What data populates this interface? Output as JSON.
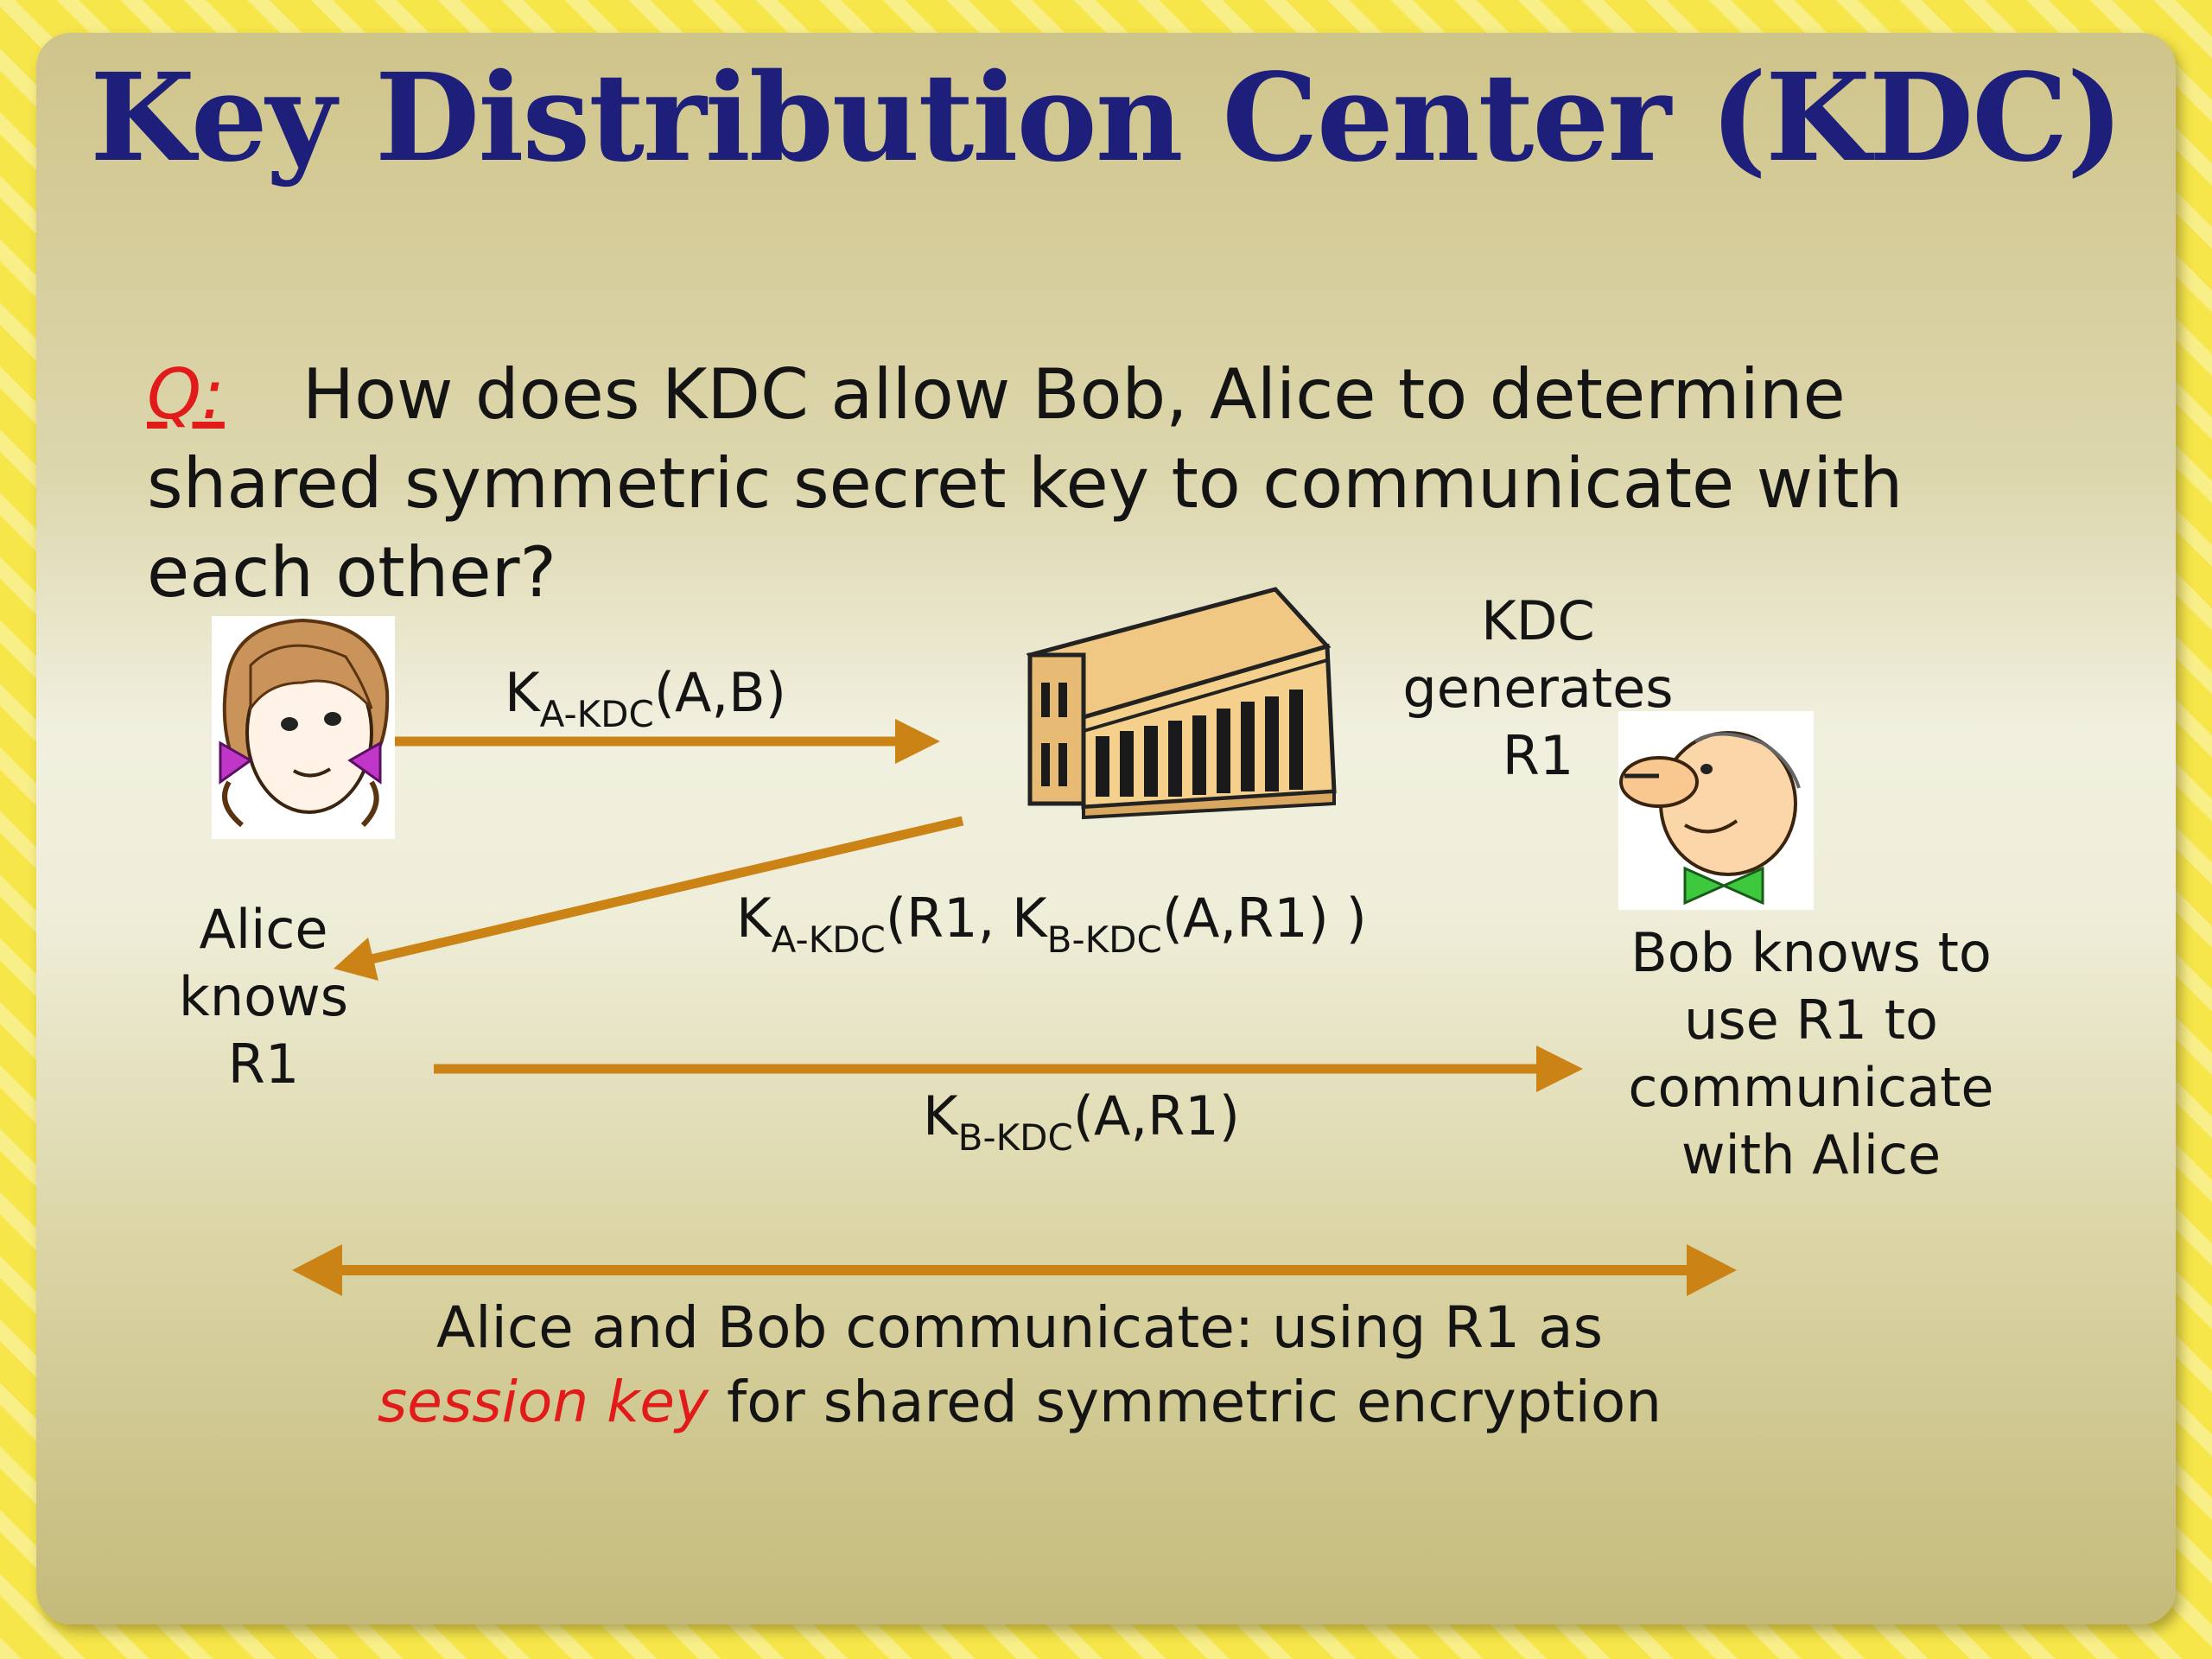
{
  "title": "Key Distribution Center (KDC)",
  "question": {
    "label": "Q:",
    "line1": "How does KDC allow Bob, Alice to determine",
    "line2": "shared symmetric secret key to communicate with",
    "line3": "each other?"
  },
  "msg1": {
    "k": "K",
    "sub": "A-KDC",
    "rest": "(A,B)"
  },
  "msg2": {
    "k1": "K",
    "sub1": "A-KDC",
    "mid": "(R1, K",
    "sub2": "B-KDC",
    "rest": "(A,R1) )"
  },
  "msg3": {
    "k": "K",
    "sub": "B-KDC",
    "rest": "(A,R1)"
  },
  "kdc_note": [
    "KDC",
    "generates",
    "R1"
  ],
  "alice_note": [
    "Alice",
    "knows",
    "R1"
  ],
  "bob_note": [
    "Bob knows to",
    "use  R1 to",
    "communicate",
    "with Alice"
  ],
  "conclusion": {
    "line1": "Alice and Bob communicate: using R1 as",
    "session": "session key",
    "line2_rest": " for shared symmetric encryption"
  },
  "colors": {
    "arrow": "#cc8316",
    "title": "#1d1f7a",
    "highlight": "#e11a1a"
  },
  "icons": [
    "alice-icon",
    "kdc-building-icon",
    "bob-icon"
  ]
}
